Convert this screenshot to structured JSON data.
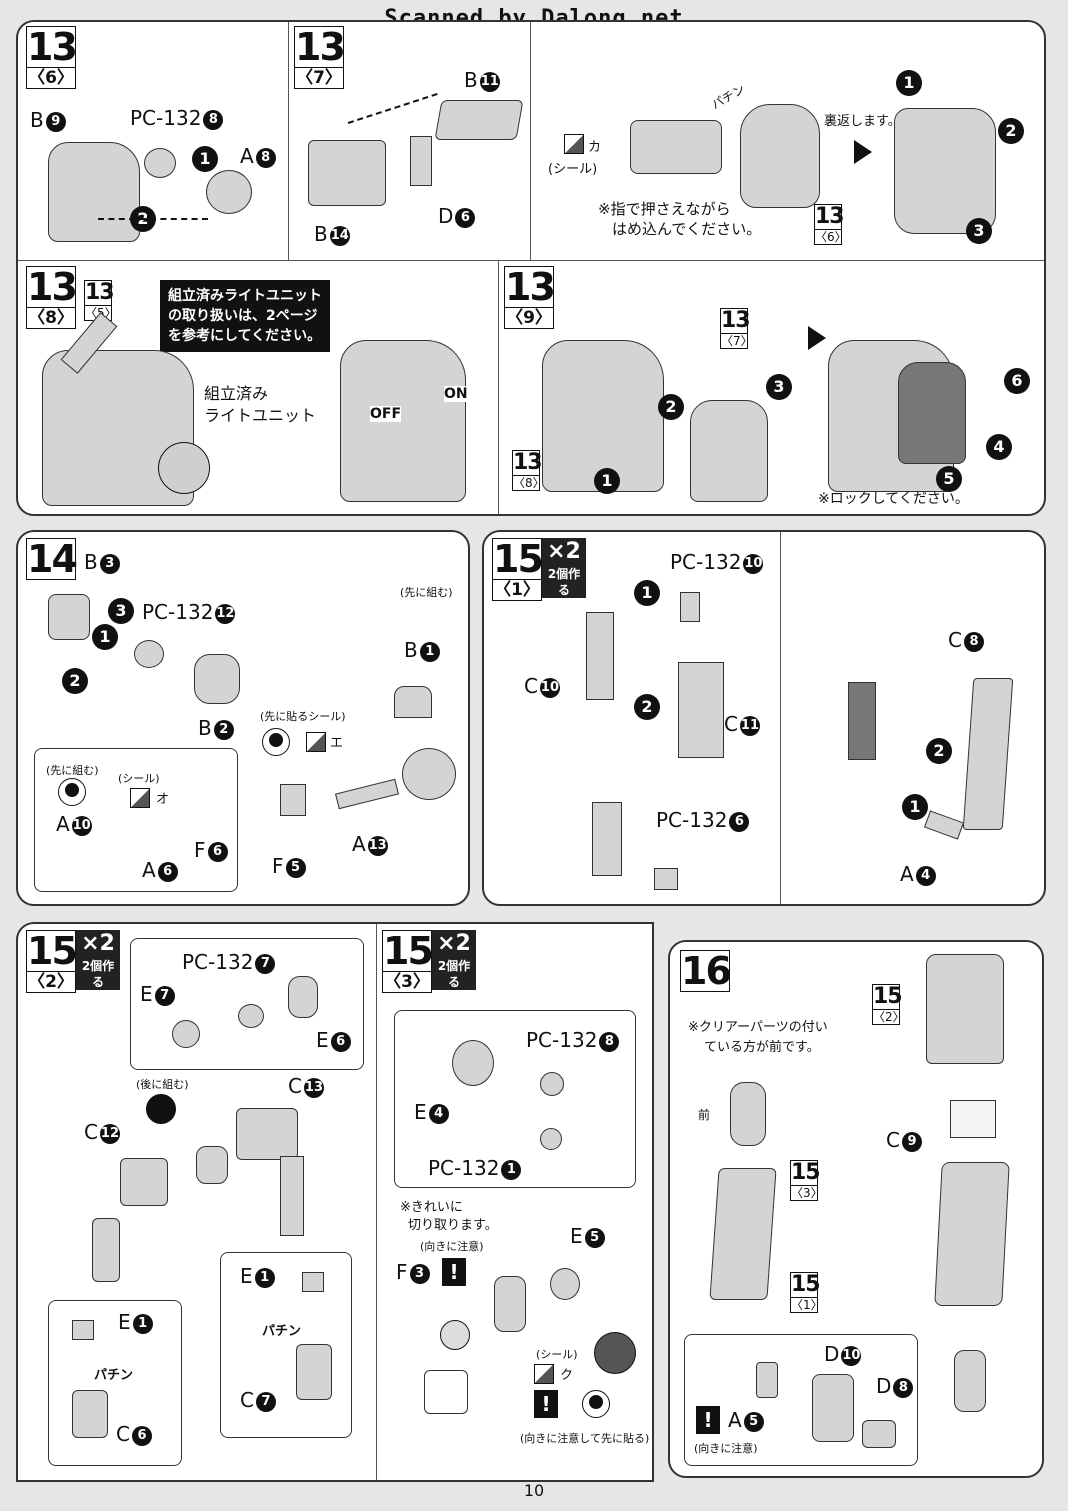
{
  "header": {
    "scan_credit": "Scanned by Dalong.net"
  },
  "page_number": "10",
  "steps": {
    "s13_6": {
      "num": "13",
      "sub": "〈6〉",
      "labels": {
        "b9": "B",
        "pc": "PC-132",
        "a8": "A"
      },
      "nums": {
        "b9": "9",
        "pc": "8",
        "a8": "8"
      }
    },
    "s13_7": {
      "num": "13",
      "sub": "〈7〉",
      "labels": {
        "b11": "B",
        "b14": "B",
        "d6": "D"
      },
      "nums": {
        "b11": "11",
        "b14": "14",
        "d6": "6"
      },
      "sticker": "(シール)",
      "sticker_mark": "カ",
      "note1": "※指で押さえながら",
      "note2": "はめ込んでください。",
      "flip": "裏返します。",
      "ref_num": "13",
      "ref_sub": "〈6〉",
      "snap": "パチン"
    },
    "s13_8": {
      "num": "13",
      "sub": "〈8〉",
      "ref_num": "13",
      "ref_sub": "〈5〉",
      "box_line1": "組立済みライトユニット",
      "box_line2": "の取り扱いは、2ページ",
      "box_line3": "を参考にしてください。",
      "unit_line1": "組立済み",
      "unit_line2": "ライトユニット",
      "off": "OFF",
      "on": "ON"
    },
    "s13_9": {
      "num": "13",
      "sub": "〈9〉",
      "ref1_num": "13",
      "ref1_sub": "〈7〉",
      "ref2_num": "13",
      "ref2_sub": "〈8〉",
      "lock_note": "※ロックしてください。"
    },
    "s14": {
      "num": "14",
      "labels": {
        "b3": "B",
        "pc": "PC-132",
        "b2": "B",
        "b1": "B",
        "a10": "A",
        "a6": "A",
        "f6": "F",
        "f5": "F",
        "a13": "A"
      },
      "nums": {
        "b3": "3",
        "pc": "12",
        "b2": "2",
        "b1": "1",
        "a10": "10",
        "a6": "6",
        "f6": "6",
        "f5": "5",
        "a13": "13"
      },
      "first_assemble": "(先に組む)",
      "first_assemble2": "(先に組む)",
      "first_sticker": "(先に貼るシール)",
      "sticker": "(シール)",
      "mark_e": "エ",
      "mark_o": "オ"
    },
    "s15_1": {
      "num": "15",
      "sub": "〈1〉",
      "mult": "×2",
      "mult_cap": "2個作る",
      "labels": {
        "pc10": "PC-132",
        "c10": "C",
        "c11": "C",
        "pc6": "PC-132",
        "c8": "C",
        "a4": "A"
      },
      "nums": {
        "pc10": "10",
        "c10": "10",
        "c11": "11",
        "pc6": "6",
        "c8": "8",
        "a4": "4"
      }
    },
    "s15_2": {
      "num": "15",
      "sub": "〈2〉",
      "mult": "×2",
      "mult_cap": "2個作る",
      "labels": {
        "pc7": "PC-132",
        "e7": "E",
        "e6": "E",
        "c13": "C",
        "c12": "C",
        "e1a": "E",
        "c6": "C",
        "e1b": "E",
        "c7": "C"
      },
      "nums": {
        "pc7": "7",
        "e7": "7",
        "e6": "6",
        "c13": "13",
        "c12": "12",
        "e1a": "1",
        "c6": "6",
        "e1b": "1",
        "c7": "7"
      },
      "after_assemble": "(後に組む)",
      "snap1": "パチン",
      "snap2": "パチン"
    },
    "s15_3": {
      "num": "15",
      "sub": "〈3〉",
      "mult": "×2",
      "mult_cap": "2個作る",
      "labels": {
        "pc8": "PC-132",
        "e4": "E",
        "pc1": "PC-132",
        "e5": "E",
        "f3": "F"
      },
      "nums": {
        "pc8": "8",
        "e4": "4",
        "pc1": "1",
        "e5": "5",
        "f3": "3"
      },
      "cut_note1": "※きれいに",
      "cut_note2": "切り取ります。",
      "direction": "(向きに注意)",
      "sticker": "(シール)",
      "mark_ku": "ク",
      "direction_note": "(向きに注意して先に貼る)"
    },
    "s16": {
      "num": "16",
      "ref1_num": "15",
      "ref1_sub": "〈2〉",
      "ref2_num": "15",
      "ref2_sub": "〈3〉",
      "ref3_num": "15",
      "ref3_sub": "〈1〉",
      "front_note1": "※クリアーパーツの付い",
      "front_note2": "ている方が前です。",
      "front": "前",
      "labels": {
        "c9": "C",
        "a5": "A",
        "d10": "D",
        "d8": "D"
      },
      "nums": {
        "c9": "9",
        "a5": "5",
        "d10": "10",
        "d8": "8"
      },
      "direction": "(向きに注意)"
    }
  },
  "numbered_arrows": [
    "1",
    "2",
    "3",
    "4",
    "5",
    "6"
  ]
}
